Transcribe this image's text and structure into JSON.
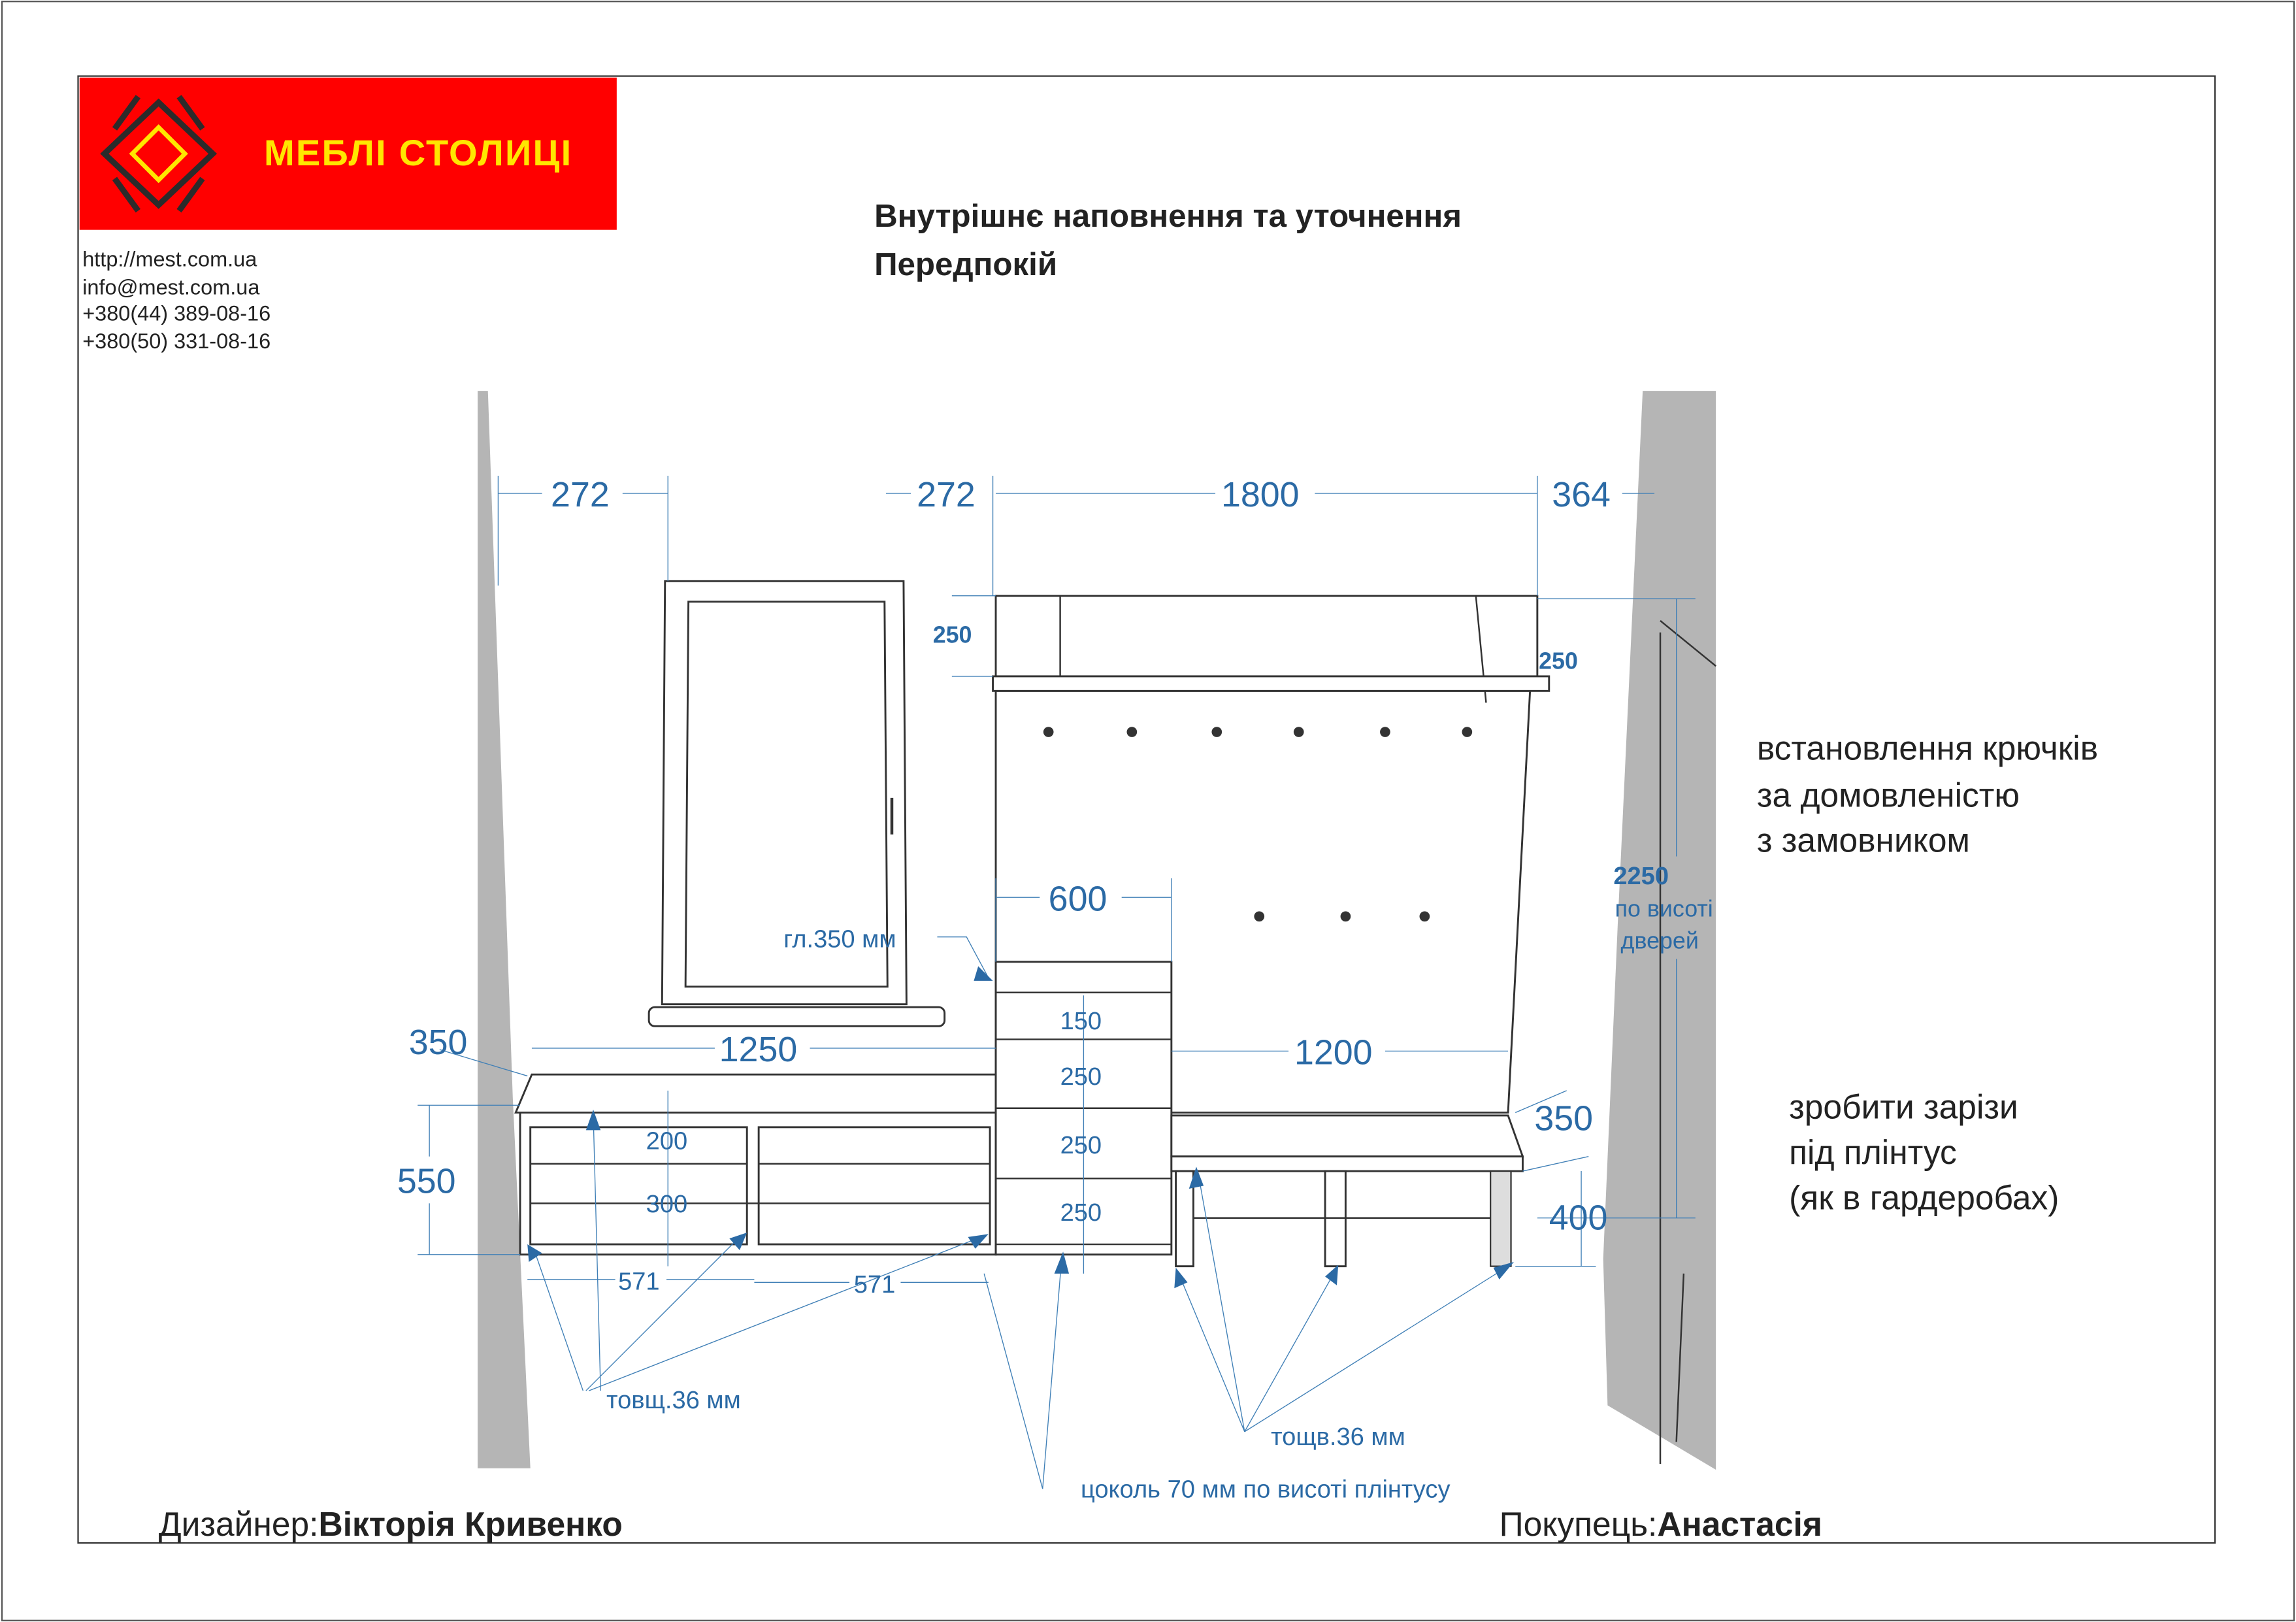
{
  "brand": {
    "name": "МЕБЛІ СТОЛИЦІ",
    "colors": {
      "red": "#ff0000",
      "yellow": "#ffe600",
      "dark": "#2b2b2b"
    }
  },
  "contacts": [
    "http://mest.com.ua",
    "info@mest.com.ua",
    "+380(44)   389-08-16",
    "+380(50)   331-08-16"
  ],
  "title": {
    "line1": "Внутрішнє наповнення та уточнення",
    "line2": "Передпокій"
  },
  "dimensions": {
    "top": [
      "272",
      "272",
      "1800",
      "364"
    ],
    "shelf_left": "250",
    "shelf_right": "250",
    "chest_width": "600",
    "chest_depth": "гл.350 мм",
    "drawers": [
      "150",
      "250",
      "250",
      "250"
    ],
    "left_bench_depth": "350",
    "left_bench_width": "1250",
    "left_bench_height": "550",
    "left_shelves": [
      "200",
      "300"
    ],
    "left_sections": [
      "571",
      "571"
    ],
    "right_bench_width": "1200",
    "right_bench_depth": "350",
    "right_bench_height": "400",
    "door_height": "2250",
    "door_note": [
      "по висоті",
      "дверей"
    ]
  },
  "callouts": {
    "thickness_left": "товщ.36 мм",
    "thickness_right": "тощв.36 мм",
    "plinth": "цоколь 70 мм по висоті плінтусу"
  },
  "notes": {
    "hooks": [
      "встановлення крючків",
      "за домовленістю",
      "з замовником"
    ],
    "cuts": [
      "зробити зарізи",
      "під плінтус",
      "(як в гардеробах)"
    ]
  },
  "footer": {
    "designer_label": "Дизайнер:",
    "designer": "Вікторія Кривенко",
    "customer_label": "Покупець:",
    "customer": "Анастасія"
  }
}
